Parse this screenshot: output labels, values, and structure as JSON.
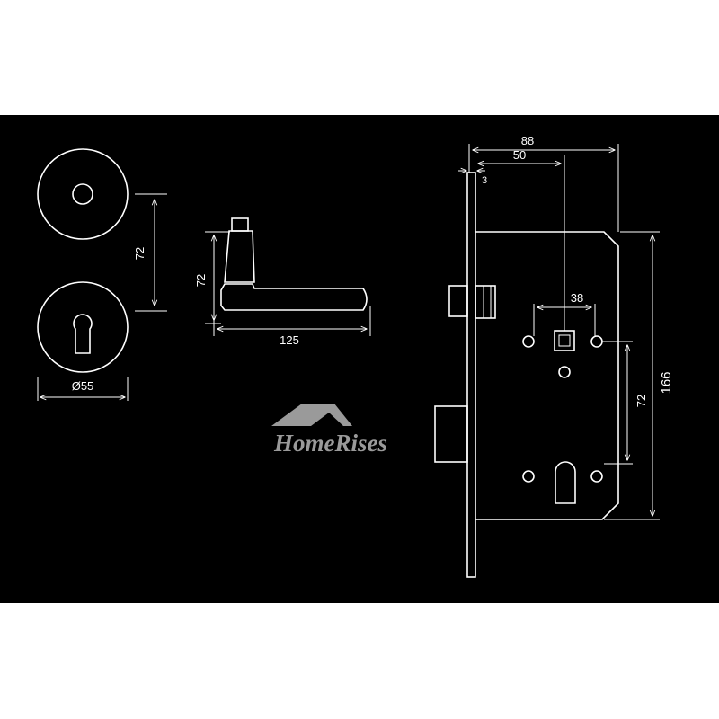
{
  "watermark": {
    "brand": "HomeRises",
    "color": "#9a9a9a"
  },
  "dimensions": {
    "rose_diameter": "Ø55",
    "rose_spacing": "72",
    "lever_height": "72",
    "lever_length": "125",
    "faceplate_thickness": "3",
    "lock_width": "88",
    "backset": "50",
    "spindle_hole_spacing": "38",
    "spindle_to_cylinder": "72",
    "lock_height": "166"
  },
  "colors": {
    "background": "#000000",
    "line": "#ffffff"
  }
}
